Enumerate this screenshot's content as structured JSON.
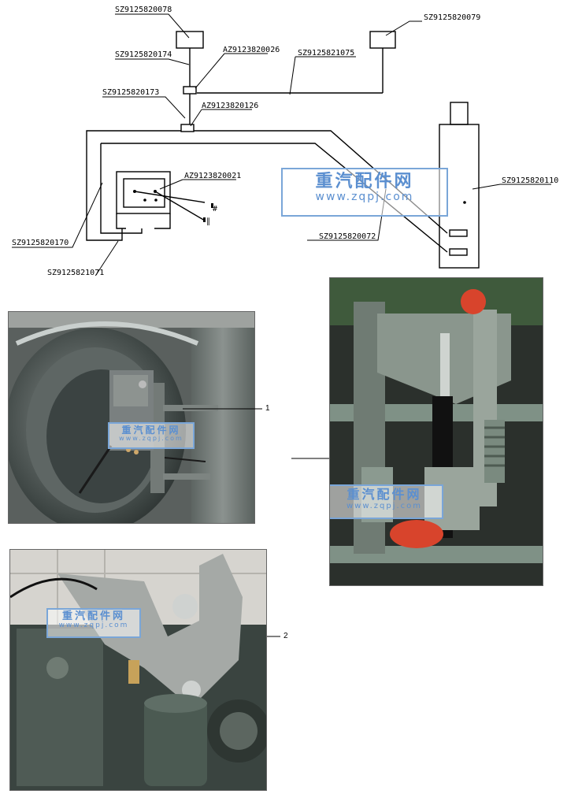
{
  "diagram": {
    "part_labels": {
      "sz_078": "SZ9125820078",
      "sz_079": "SZ9125820079",
      "sz_174": "SZ9125820174",
      "az_026": "AZ9123820026",
      "sz_075": "SZ9125821075",
      "sz_173": "SZ9125820173",
      "az_126": "AZ9123820126",
      "sz_110": "SZ9125820110",
      "az_021": "AZ9123820021",
      "sz_170": "SZ9125820170",
      "sz_072": "SZ9125820072",
      "sz_071": "SZ9125821071"
    },
    "port_labels": {
      "port_a": "#",
      "port_b": "∥"
    }
  },
  "watermark": {
    "name": "重汽配件网",
    "url": "www.zqpj.com"
  },
  "callouts": {
    "one": "1",
    "two": "2"
  },
  "colors": {
    "line": "#000000",
    "watermark": "#5b8fd0",
    "equipment_grey": "#6f7b73",
    "pump_red": "#d8442c"
  }
}
